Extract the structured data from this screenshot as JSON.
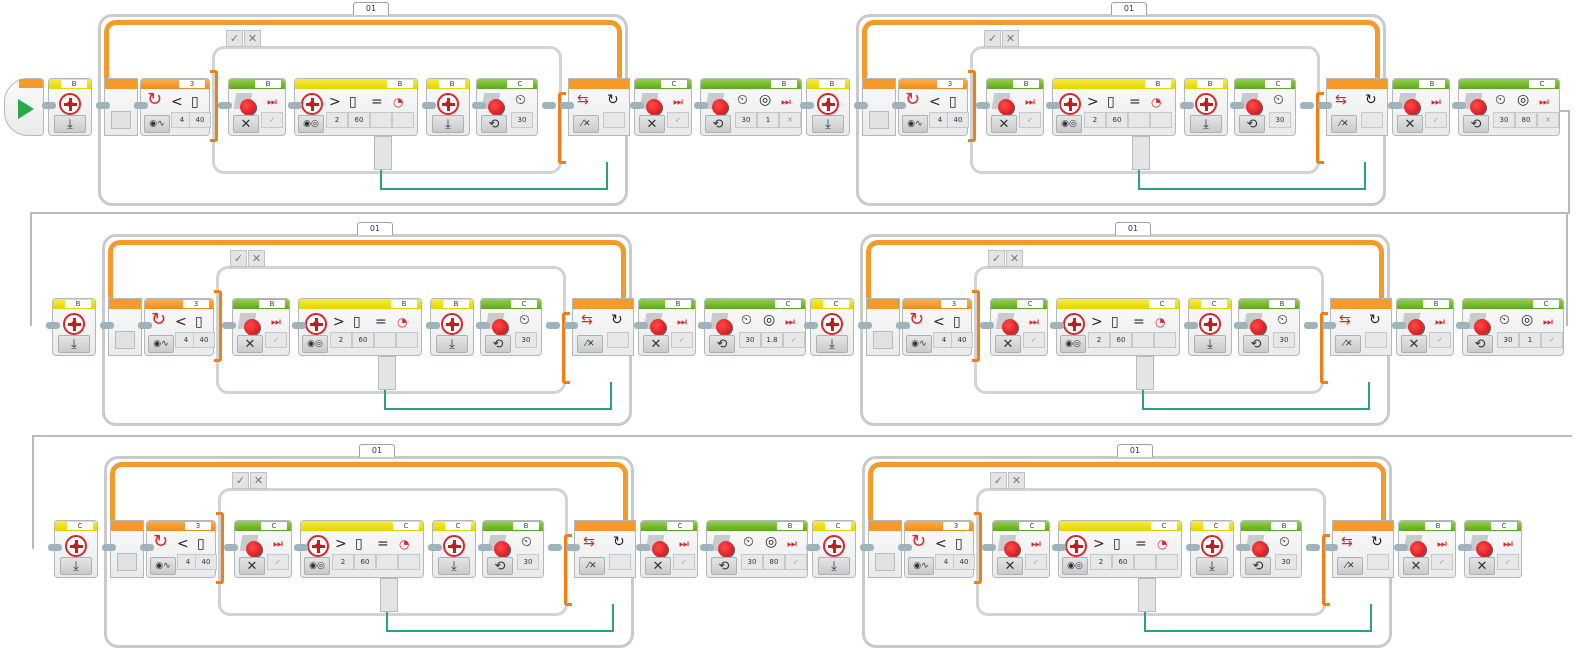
{
  "app": "LEGO MINDSTORMS EV3 Programming",
  "start_block": {
    "icon": "play-icon"
  },
  "loop_name": "01",
  "colors": {
    "flow_orange": "#f39a2b",
    "motor_green": "#5ea821",
    "brick_yellow": "#e3d400",
    "data_wire": "#2aa27b",
    "frame_gray": "#c8cacc"
  },
  "units": [
    {
      "reset_port": "B",
      "loop": {
        "label": "01",
        "exit_compare": {
          "block_header": "3",
          "operator": "<",
          "threshold_a": "4",
          "threshold_b": "40"
        }
      },
      "switch": {
        "tabs": [
          "✓",
          "✕"
        ],
        "stop_motor_port": "B",
        "stop_brake": "✓",
        "sensor_port": "B",
        "sensor_compare": {
          "op1": ">",
          "op2": "=",
          "value_a": "2",
          "value_b": "60"
        },
        "reset_port": "B",
        "on_motor_port": "C",
        "on_speed": "30"
      },
      "loop_end": {
        "mode": "⁄✕"
      },
      "after": [
        {
          "type": "stop",
          "port": "C",
          "brake": "✓"
        },
        {
          "type": "move",
          "port": "B",
          "speed": "30",
          "amount": "1",
          "brake": "✕"
        }
      ]
    },
    {
      "reset_port": "B",
      "loop": {
        "label": "01",
        "exit_compare": {
          "block_header": "3",
          "operator": "<",
          "threshold_a": "4",
          "threshold_b": "40"
        }
      },
      "switch": {
        "tabs": [
          "✓",
          "✕"
        ],
        "stop_motor_port": "B",
        "stop_brake": "✓",
        "sensor_port": "B",
        "sensor_compare": {
          "op1": ">",
          "op2": "=",
          "value_a": "2",
          "value_b": "60"
        },
        "reset_port": "B",
        "on_motor_port": "C",
        "on_speed": "30"
      },
      "loop_end": {
        "mode": "⁄✕"
      },
      "after": [
        {
          "type": "stop",
          "port": "B",
          "brake": "✓"
        },
        {
          "type": "move",
          "port": "C",
          "speed": "30",
          "amount": "80",
          "brake": "✕"
        }
      ]
    },
    {
      "reset_port": "B",
      "loop": {
        "label": "01",
        "exit_compare": {
          "block_header": "3",
          "operator": "<",
          "threshold_a": "4",
          "threshold_b": "40"
        }
      },
      "switch": {
        "tabs": [
          "✓",
          "✕"
        ],
        "stop_motor_port": "B",
        "stop_brake": "✓",
        "sensor_port": "B",
        "sensor_compare": {
          "op1": ">",
          "op2": "=",
          "value_a": "2",
          "value_b": "60"
        },
        "reset_port": "B",
        "on_motor_port": "C",
        "on_speed": "30"
      },
      "loop_end": {
        "mode": "⁄✕"
      },
      "after": [
        {
          "type": "stop",
          "port": "B",
          "brake": "✓"
        },
        {
          "type": "move",
          "port": "C",
          "speed": "30",
          "amount": "1.8",
          "brake": "✓"
        }
      ]
    },
    {
      "reset_port": "C",
      "loop": {
        "label": "01",
        "exit_compare": {
          "block_header": "3",
          "operator": "<",
          "threshold_a": "4",
          "threshold_b": "40"
        }
      },
      "switch": {
        "tabs": [
          "✓",
          "✕"
        ],
        "stop_motor_port": "C",
        "stop_brake": "✓",
        "sensor_port": "C",
        "sensor_compare": {
          "op1": ">",
          "op2": "=",
          "value_a": "2",
          "value_b": "60"
        },
        "reset_port": "C",
        "on_motor_port": "B",
        "on_speed": "30"
      },
      "loop_end": {
        "mode": "⁄✕"
      },
      "after": [
        {
          "type": "stop",
          "port": "B",
          "brake": "✓"
        },
        {
          "type": "move",
          "port": "C",
          "speed": "30",
          "amount": "1",
          "brake": "✓"
        }
      ]
    },
    {
      "reset_port": "C",
      "loop": {
        "label": "01",
        "exit_compare": {
          "block_header": "3",
          "operator": "<",
          "threshold_a": "4",
          "threshold_b": "40"
        }
      },
      "switch": {
        "tabs": [
          "✓",
          "✕"
        ],
        "stop_motor_port": "C",
        "stop_brake": "✓",
        "sensor_port": "C",
        "sensor_compare": {
          "op1": ">",
          "op2": "=",
          "value_a": "2",
          "value_b": "60"
        },
        "reset_port": "C",
        "on_motor_port": "B",
        "on_speed": "30"
      },
      "loop_end": {
        "mode": "⁄✕"
      },
      "after": [
        {
          "type": "stop",
          "port": "C",
          "brake": "✓"
        },
        {
          "type": "move",
          "port": "B",
          "speed": "30",
          "amount": "80",
          "brake": "✓"
        }
      ]
    },
    {
      "reset_port": "C",
      "loop": {
        "label": "01",
        "exit_compare": {
          "block_header": "3",
          "operator": "<",
          "threshold_a": "4",
          "threshold_b": "40"
        }
      },
      "switch": {
        "tabs": [
          "✓",
          "✕"
        ],
        "stop_motor_port": "C",
        "stop_brake": "✓",
        "sensor_port": "C",
        "sensor_compare": {
          "op1": ">",
          "op2": "=",
          "value_a": "2",
          "value_b": "60"
        },
        "reset_port": "C",
        "on_motor_port": "B",
        "on_speed": "30"
      },
      "loop_end": {
        "mode": "⁄✕"
      },
      "after": [
        {
          "type": "stop",
          "port": "B",
          "brake": "✓"
        },
        {
          "type": "stop",
          "port": "C",
          "brake": "✓"
        }
      ]
    }
  ]
}
